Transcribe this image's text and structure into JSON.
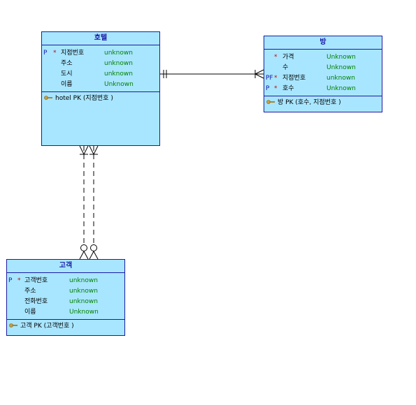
{
  "entities": {
    "hotel": {
      "title": "호텔",
      "attrs": [
        {
          "pk": "P",
          "req": "*",
          "name": "지점번호",
          "type": "unknown"
        },
        {
          "pk": "",
          "req": "",
          "name": "주소",
          "type": "unknown"
        },
        {
          "pk": "",
          "req": "",
          "name": "도시",
          "type": "unknown"
        },
        {
          "pk": "",
          "req": "",
          "name": "이름",
          "type": "Unknown"
        }
      ],
      "key": "hotel PK (지점번호 )"
    },
    "room": {
      "title": "방",
      "attrs": [
        {
          "pk": "",
          "req": "*",
          "name": "가격",
          "type": "Unknown"
        },
        {
          "pk": "",
          "req": "",
          "name": "수",
          "type": "Unknown"
        },
        {
          "pk": "PF",
          "req": "*",
          "name": "지점번호",
          "type": "unknown"
        },
        {
          "pk": "P",
          "req": "*",
          "name": "호수",
          "type": "Unknown"
        }
      ],
      "key": "방 PK (호수, 지점번호 )"
    },
    "customer": {
      "title": "고객",
      "attrs": [
        {
          "pk": "P",
          "req": "*",
          "name": "고객번호",
          "type": "unknown"
        },
        {
          "pk": "",
          "req": "",
          "name": "주소",
          "type": "unknown"
        },
        {
          "pk": "",
          "req": "",
          "name": "전화번호",
          "type": "unknown"
        },
        {
          "pk": "",
          "req": "",
          "name": "이름",
          "type": "Unknown"
        }
      ],
      "key": "고객 PK (고객번호 )"
    }
  },
  "colors": {
    "entity_fill": "#a8e6ff",
    "border": "#1a1aa6",
    "type_text": "#008000",
    "required": "#cc0000",
    "line": "#000000"
  },
  "icons": {
    "key": "key-icon"
  }
}
